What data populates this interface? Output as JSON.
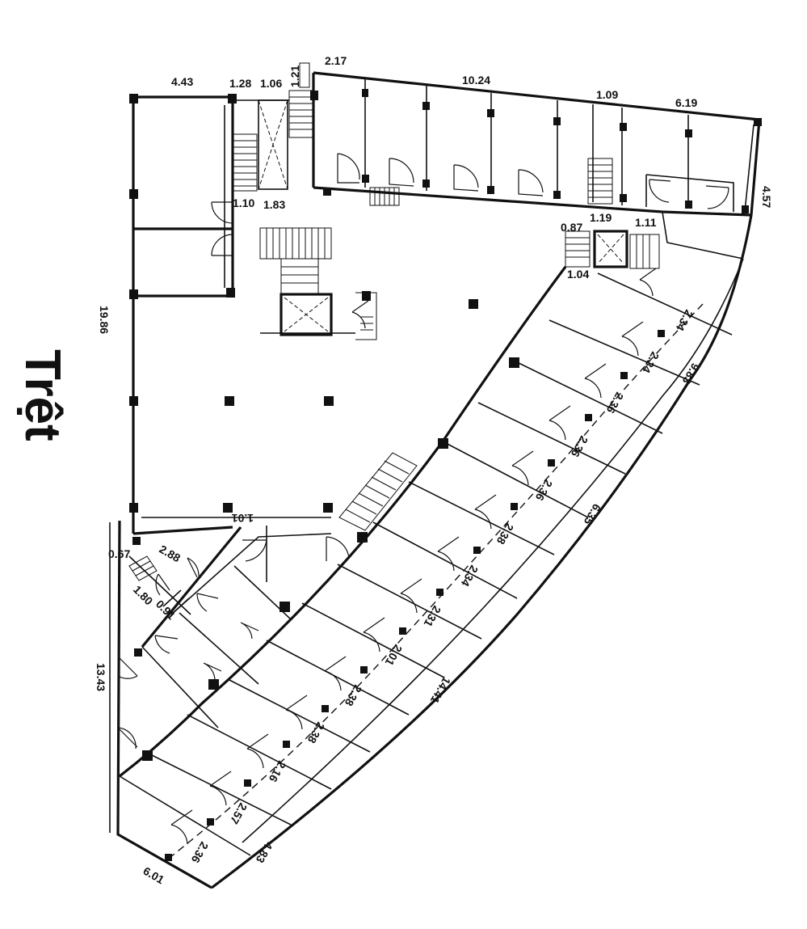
{
  "floor_title": "Trệt",
  "dimensions": {
    "top_room_1": "4.43",
    "stair_width_a": "1.28",
    "stair_width_b": "1.06",
    "small_gap": "1.21",
    "top_room_2": "2.17",
    "top_wing": "10.24",
    "stair_right": "1.09",
    "top_right": "6.19",
    "corner_right": "4.57",
    "lift_left": "0.87",
    "lift_mid": "1.19",
    "lift_right": "1.11",
    "lift_bottom": "1.04",
    "stair_left_a": "1.10",
    "stair_left_b": "1.83",
    "left_wall": "19.86",
    "hall_inner": "1.01",
    "corridor_room": "2.88",
    "entry_small": "0.67",
    "entry_a": "1.80",
    "entry_b": "0.91",
    "left_lower": "13.43",
    "bottom_tip": "6.01",
    "bay_right_top": "2.34",
    "bay_2": "2.34",
    "bay_3": "2.36",
    "bay_4": "2.36",
    "bay_5": "2.36",
    "bay_6": "2.38",
    "bay_7": "2.34",
    "bay_8": "2.31",
    "bay_9": "2.01",
    "bay_10": "2.38",
    "bay_11": "2.38",
    "bay_12": "2.16",
    "bay_13": "2.57",
    "bay_14": "2.36",
    "outer_right": "9.83",
    "outer_mid": "6.35",
    "outer_long": "14.41",
    "outer_bottom": "4.83"
  }
}
